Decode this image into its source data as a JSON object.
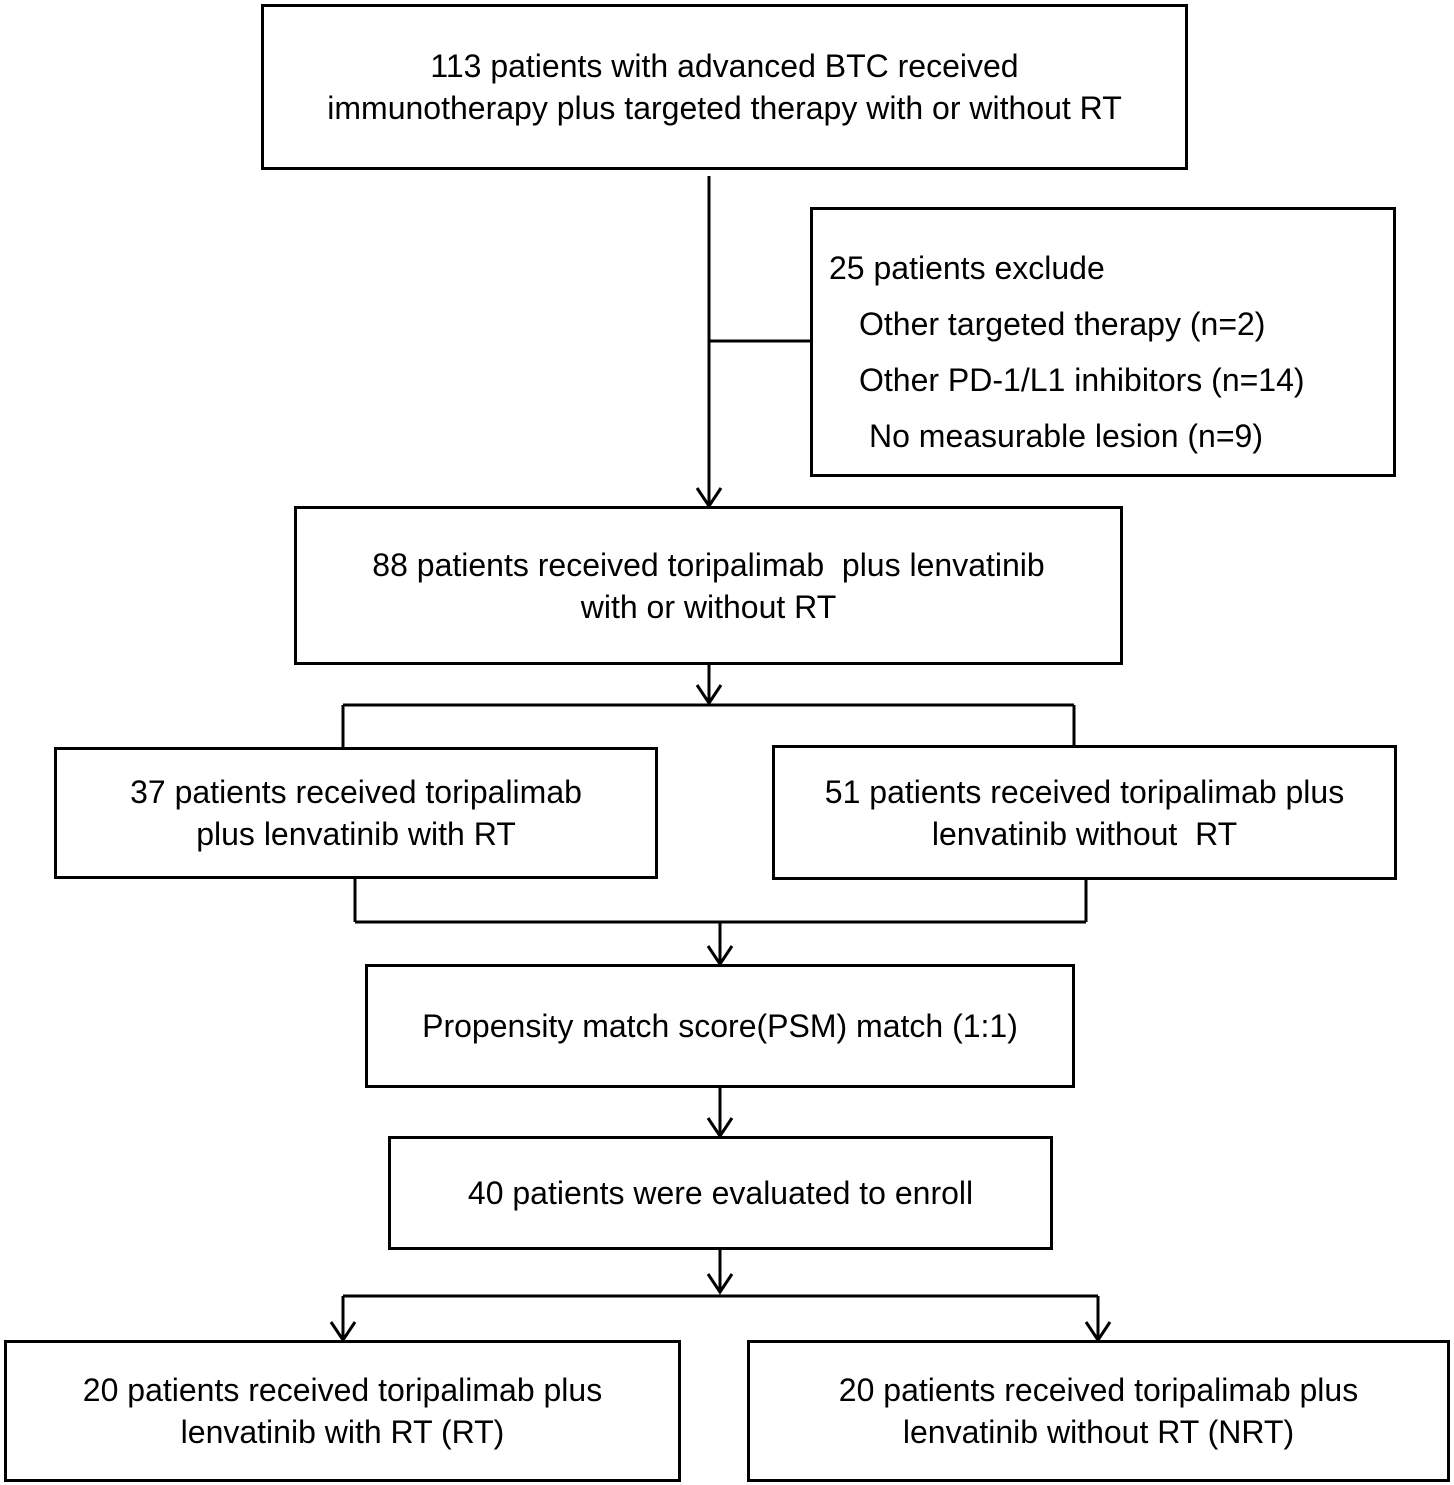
{
  "flowchart": {
    "initial": {
      "line1": "113 patients with advanced BTC received",
      "line2": "immunotherapy plus targeted therapy with or without RT"
    },
    "exclusion": {
      "header": "25 patients exclude",
      "items": [
        "Other targeted therapy (n=2)",
        "Other PD-1/L1 inhibitors (n=14)",
        "No measurable lesion (n=9)"
      ]
    },
    "eligible": {
      "line1": "88 patients received toripalimab  plus lenvatinib",
      "line2": "with or without RT"
    },
    "group_rt": {
      "line1": "37 patients received toripalimab",
      "line2": "plus lenvatinib with RT"
    },
    "group_nrt": {
      "line1": "51 patients received toripalimab plus",
      "line2": "lenvatinib without  RT"
    },
    "psm": {
      "line1": "Propensity match score(PSM) match (1:1)"
    },
    "evaluated": {
      "line1": "40 patients were evaluated to enroll"
    },
    "final_rt": {
      "line1": "20 patients received toripalimab plus",
      "line2": "lenvatinib with RT (RT)"
    },
    "final_nrt": {
      "line1": "20 patients received toripalimab plus",
      "line2": "lenvatinib without RT (NRT)"
    }
  }
}
